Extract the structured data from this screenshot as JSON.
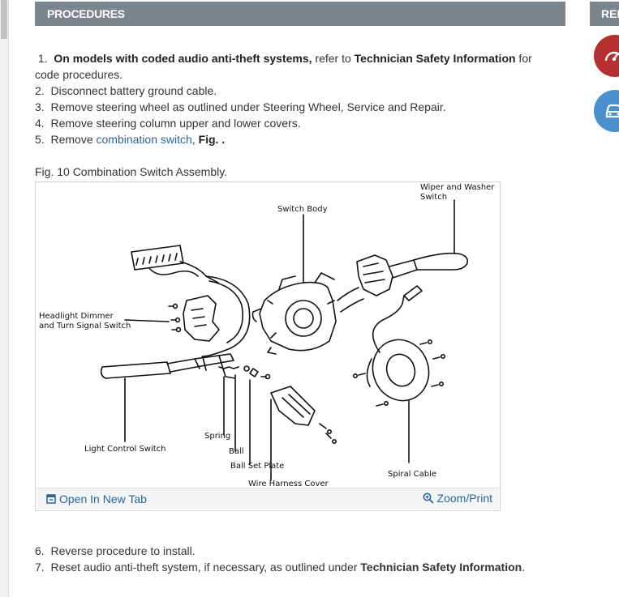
{
  "header": {
    "title": "PROCEDURES",
    "related_label": "REL"
  },
  "steps_before": [
    {
      "num": "1.",
      "bold_lead": "On models with coded audio anti-theft systems,",
      "mid": " refer to ",
      "bold_ref": "Technician Safety Information",
      "tail": " for code procedures."
    },
    {
      "num": "2.",
      "text": "Disconnect battery ground cable."
    },
    {
      "num": "3.",
      "text": "Remove steering wheel as outlined under Steering Wheel, Service and Repair."
    },
    {
      "num": "4.",
      "text": "Remove steering column upper and lower covers."
    },
    {
      "num": "5.",
      "pre": "Remove ",
      "link": "combination switch",
      "mid": ", ",
      "bold": "Fig. ."
    }
  ],
  "figure": {
    "caption": "Fig. 10 Combination Switch Assembly.",
    "labels": {
      "wiper_washer_1": "Wiper and Washer",
      "wiper_washer_2": "Switch",
      "switch_body": "Switch Body",
      "headlight_1": "Headlight Dimmer",
      "headlight_2": "and Turn Signal Switch",
      "light_control": "Light Control Switch",
      "spring": "Spring",
      "ball": "Ball",
      "ball_set_plate": "Ball Set Plate",
      "wire_harness_cover": "Wire Harness Cover",
      "spiral_cable": "Spiral Cable"
    },
    "open_tab": "Open In New Tab",
    "zoom_print": "Zoom/Print"
  },
  "steps_after": [
    {
      "num": "6.",
      "text": "Reverse procedure to install."
    },
    {
      "num": "7.",
      "pre": "Reset audio anti-theft system, if necessary, as outlined under ",
      "bold": "Technician Safety Information",
      "tail": "."
    }
  ],
  "colors": {
    "header_bg": "#7c848d",
    "link": "#2a6496",
    "red_button": "#b5302f",
    "blue_button": "#4a8fce"
  },
  "icons": [
    "gauge-icon",
    "car-icon",
    "open-tab-icon",
    "zoom-icon"
  ]
}
